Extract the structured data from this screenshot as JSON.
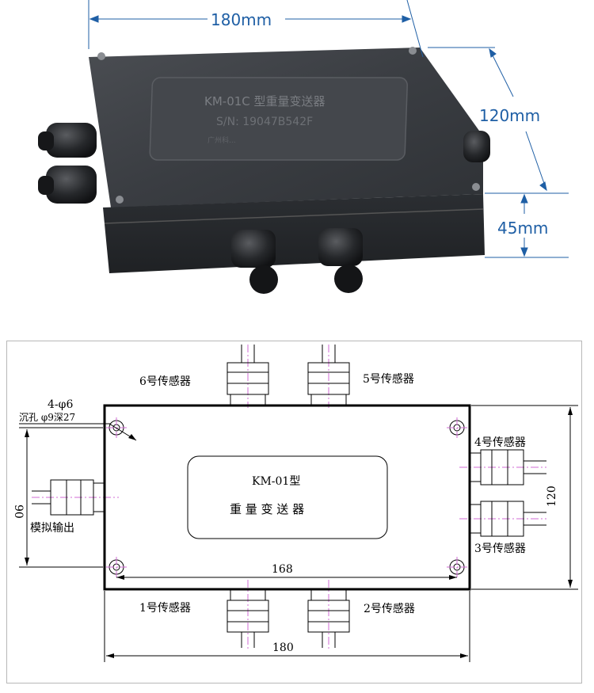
{
  "photo": {
    "width_label": "180mm",
    "depth_label": "120mm",
    "height_label": "45mm",
    "lid_model": "KM-01C 型重量变送器",
    "lid_serial": "S/N: 19047B542F",
    "lid_maker": "广州科..."
  },
  "drawing": {
    "hole_spec_line1": "4-φ6",
    "hole_spec_line2": "沉孔 φ9深27",
    "title_model": "KM-01型",
    "title_name": "重 量 变 送 器",
    "sensor_6": "6号传感器",
    "sensor_5": "5号传感器",
    "sensor_4": "4号传感器",
    "sensor_3": "3号传感器",
    "sensor_2": "2号传感器",
    "sensor_1": "1号传感器",
    "analog_output": "模拟输出",
    "dim_left": "90",
    "dim_right": "120",
    "dim_inner": "168",
    "dim_bottom": "180"
  },
  "colors": {
    "dim_blue": "#1f5fa5",
    "box_body": "#34373c",
    "centerline": "#d06bd6"
  }
}
